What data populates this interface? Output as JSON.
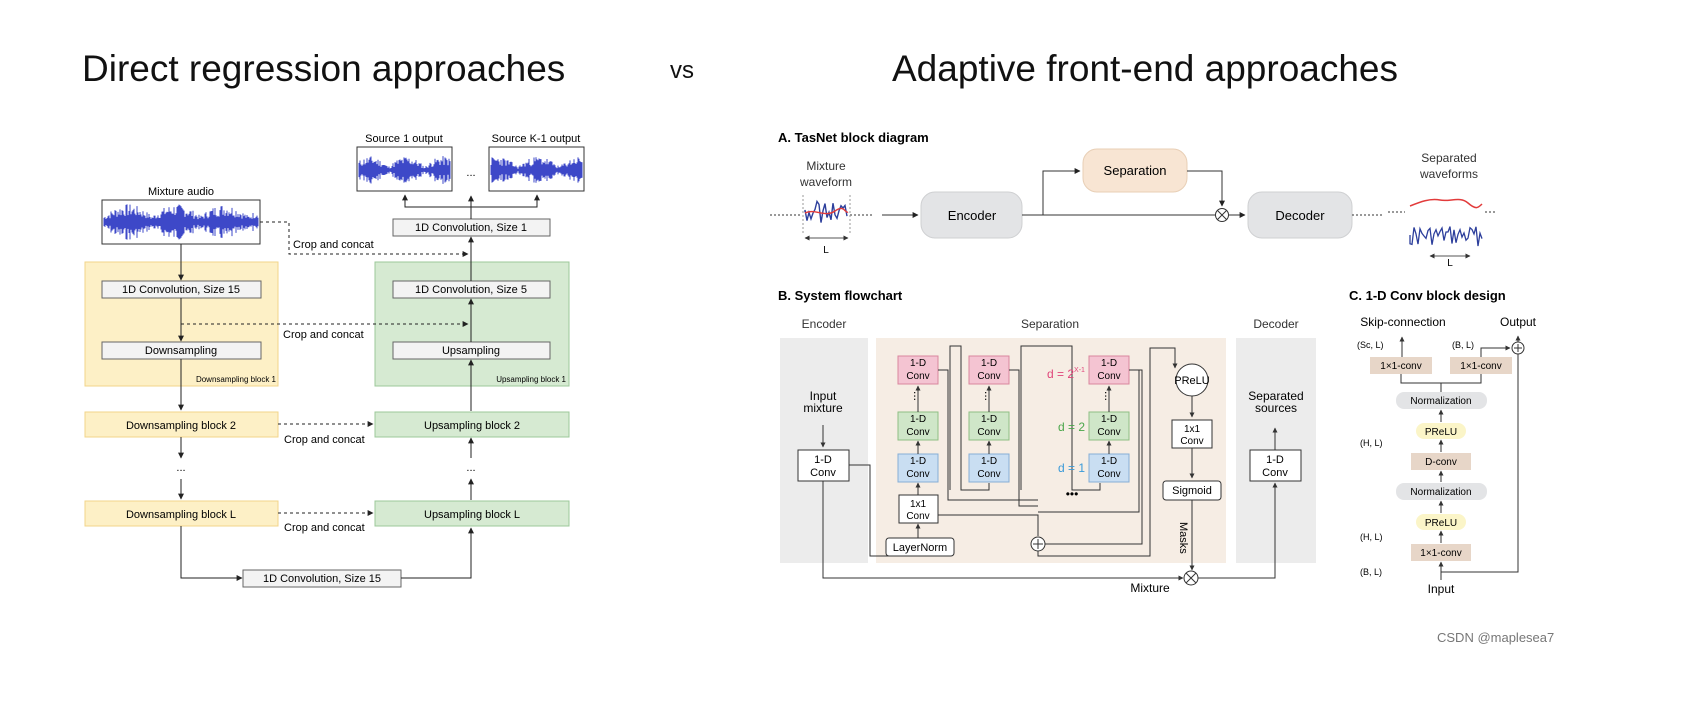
{
  "titles": {
    "left": "Direct regression approaches",
    "vs": "vs",
    "right": "Adaptive front-end approaches"
  },
  "watermark": "CSDN @maplesea7",
  "left_diagram": {
    "mixture_label": "Mixture audio",
    "source1_label": "Source 1 output",
    "sourceK_label": "Source K-1 output",
    "ellipsis": "...",
    "conv_size1": "1D Convolution, Size 1",
    "crop_concat": "Crop and concat",
    "conv_size15_top": "1D Convolution, Size 15",
    "conv_size5": "1D Convolution, Size 5",
    "downsampling": "Downsampling",
    "upsampling": "Upsampling",
    "down_block1": "Downsampling block 1",
    "up_block1": "Upsampling block 1",
    "down_block2": "Downsampling block 2",
    "up_block2": "Upsampling block 2",
    "down_blockL": "Downsampling block L",
    "up_blockL": "Upsampling block L",
    "conv_size15_bottom": "1D Convolution, Size 15",
    "colors": {
      "yellow": "#fdf0c6",
      "yellow_border": "#f2d48a",
      "green": "#d6ead2",
      "green_border": "#9cc89a",
      "wave": "#3d48c8"
    }
  },
  "tasnet": {
    "heading": "A. TasNet block diagram",
    "mixture_line1": "Mixture",
    "mixture_line2": "waveform",
    "L": "L",
    "encoder": "Encoder",
    "separation": "Separation",
    "decoder": "Decoder",
    "separated_line1": "Separated",
    "separated_line2": "waveforms"
  },
  "flowchart": {
    "heading": "B. System flowchart",
    "col_encoder": "Encoder",
    "col_separation": "Separation",
    "col_decoder": "Decoder",
    "input_line1": "Input",
    "input_line2": "mixture",
    "conv_line1": "1-D",
    "conv_line2": "Conv",
    "onexone_line1": "1x1",
    "onexone_line2": "Conv",
    "layernorm": "LayerNorm",
    "prelu": "PReLU",
    "sigmoid": "Sigmoid",
    "masks": "Masks",
    "mixture": "Mixture",
    "separated_line1": "Separated",
    "separated_line2": "sources",
    "d_top": "d = 2",
    "d_top_exp": "X-1",
    "d_mid": "d = 2",
    "d_low": "d = 1",
    "colors": {
      "pink": "#f4c4d2",
      "pink_border": "#d9869e",
      "green": "#cfe6c8",
      "green_border": "#8fbf84",
      "blue": "#c9def2",
      "blue_border": "#86aed6",
      "d_pink": "#e0457a",
      "d_green": "#4aa64a",
      "d_blue": "#3a9ad9"
    }
  },
  "conv_block": {
    "heading": "C. 1-D Conv block design",
    "skip": "Skip-connection",
    "output": "Output",
    "sc_l": "(Sc, L)",
    "b_l_top": "(B, L)",
    "onexone_conv": "1×1-conv",
    "normalization": "Normalization",
    "prelu": "PReLU",
    "h_l": "(H, L)",
    "dconv": "D-conv",
    "b_l_bottom": "(B, L)",
    "input": "Input"
  }
}
